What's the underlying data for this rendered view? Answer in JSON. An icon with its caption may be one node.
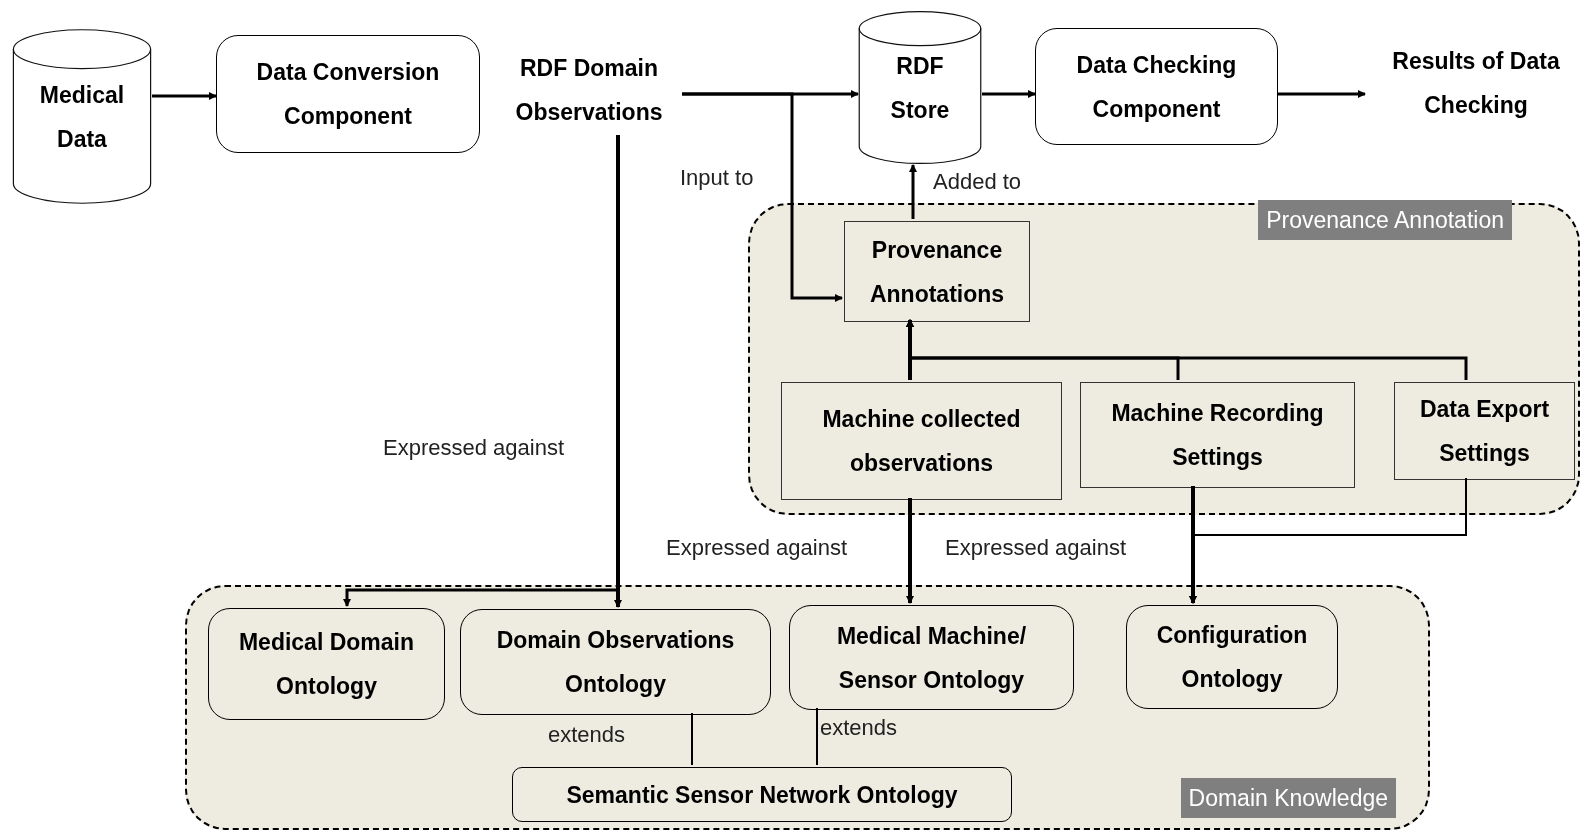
{
  "diagram": {
    "nodes": [
      {
        "text": [
          "Medical Data"
        ]
      },
      {
        "text": [
          "Data Conversion Component"
        ]
      },
      {
        "text": [
          "RDF Domain Observations"
        ]
      },
      {
        "text": [
          "RDF Store"
        ]
      },
      {
        "text": [
          "Data Checking Component"
        ]
      },
      {
        "text": [
          "Results of Data Checking"
        ]
      },
      {
        "text": [
          "Provenance Annotation"
        ]
      },
      {
        "text": [
          "Provenance Annotations"
        ],
        "in": 6
      },
      {
        "text": [
          "Machine collected observations"
        ],
        "in": 6
      },
      {
        "text": [
          "Machine Recording Settings"
        ],
        "in": 6
      },
      {
        "text": [
          "Data Export Settings"
        ],
        "in": 6
      },
      {
        "text": [
          "Domain Knowledge"
        ]
      },
      {
        "text": [
          "Medical Domain Ontology"
        ],
        "in": 11
      },
      {
        "text": [
          "Domain Observations Ontology"
        ],
        "in": 11
      },
      {
        "text": [
          "Medical Machine/ Sensor Ontology"
        ],
        "in": 11
      },
      {
        "text": [
          "Configuration Ontology"
        ],
        "in": 11
      },
      {
        "text": [
          "Semantic Sensor Network Ontology"
        ],
        "in": 11
      }
    ],
    "edges": [
      {
        "from": 0,
        "to": 1,
        "arrow": "to"
      },
      {
        "from": 2,
        "to": 3,
        "arrow": "to"
      },
      {
        "from": 2,
        "to": 7,
        "arrow": "to",
        "label": "Input to"
      },
      {
        "from": 3,
        "to": 4,
        "arrow": "to"
      },
      {
        "from": 4,
        "to": 5,
        "arrow": "to"
      },
      {
        "from": 7,
        "to": 3,
        "arrow": "to",
        "label": "Added to"
      },
      {
        "from": 8,
        "to": 7,
        "arrow": "to"
      },
      {
        "from": 9,
        "to": 7,
        "arrow": "to"
      },
      {
        "from": 10,
        "to": 7,
        "arrow": "to"
      },
      {
        "from": 2,
        "to": 13,
        "arrow": "to",
        "label": "Expressed against"
      },
      {
        "from": 2,
        "to": 12,
        "arrow": "to"
      },
      {
        "from": 8,
        "to": 14,
        "arrow": "to",
        "label": "Expressed against"
      },
      {
        "from": 9,
        "to": 15,
        "arrow": "to",
        "label": "Expressed against"
      },
      {
        "from": 10,
        "to": 15,
        "arrow": "to"
      },
      {
        "from": 13,
        "to": 16,
        "arrow": "none",
        "label": "extends"
      },
      {
        "from": 14,
        "to": 16,
        "arrow": "none",
        "label": "extends"
      }
    ]
  }
}
